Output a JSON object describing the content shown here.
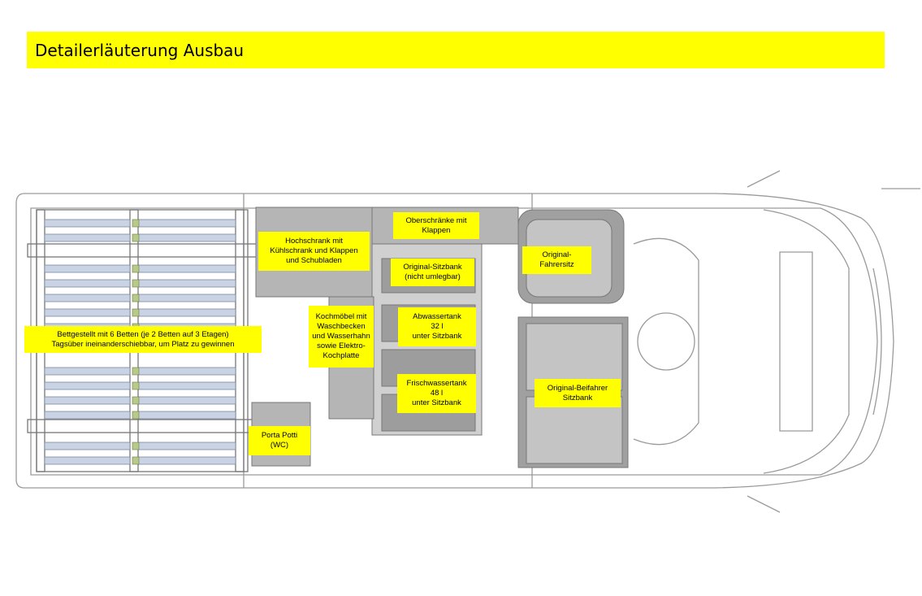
{
  "title": "Detailerläuterung Ausbau",
  "labels": {
    "oberschraenke": "Oberschränke mit\nKlappen",
    "hochschrank": "Hochschrank mit\nKühlschrank und Klappen\nund Schubladen",
    "sitzbank": "Original-Sitzbank\n(nicht umlegbar)",
    "fahrersitz": "Original-\nFahrersitz",
    "kochmoebel": "Kochmöbel mit\nWaschbecken\nund Wasserhahn\nsowie Elektro-\nKochplatte",
    "abwassertank": "Abwassertank\n32 l\nunter Sitzbank",
    "bettgestell": "Bettgestellt mit 6 Betten (je 2 Betten auf 3 Etagen)\nTagsüber ineinanderschiebbar, um Platz zu gewinnen",
    "frischwassertank": "Frischwassertank\n48 l\nunter Sitzbank",
    "beifahrer": "Original-Beifahrer\nSitzbank",
    "porta_potti": "Porta Potti\n(WC)"
  },
  "colors": {
    "highlight": "#ffff00",
    "outline": "#8a8a8a",
    "furniture": "#b5b5b5",
    "bunk": "#c9d3e3"
  }
}
